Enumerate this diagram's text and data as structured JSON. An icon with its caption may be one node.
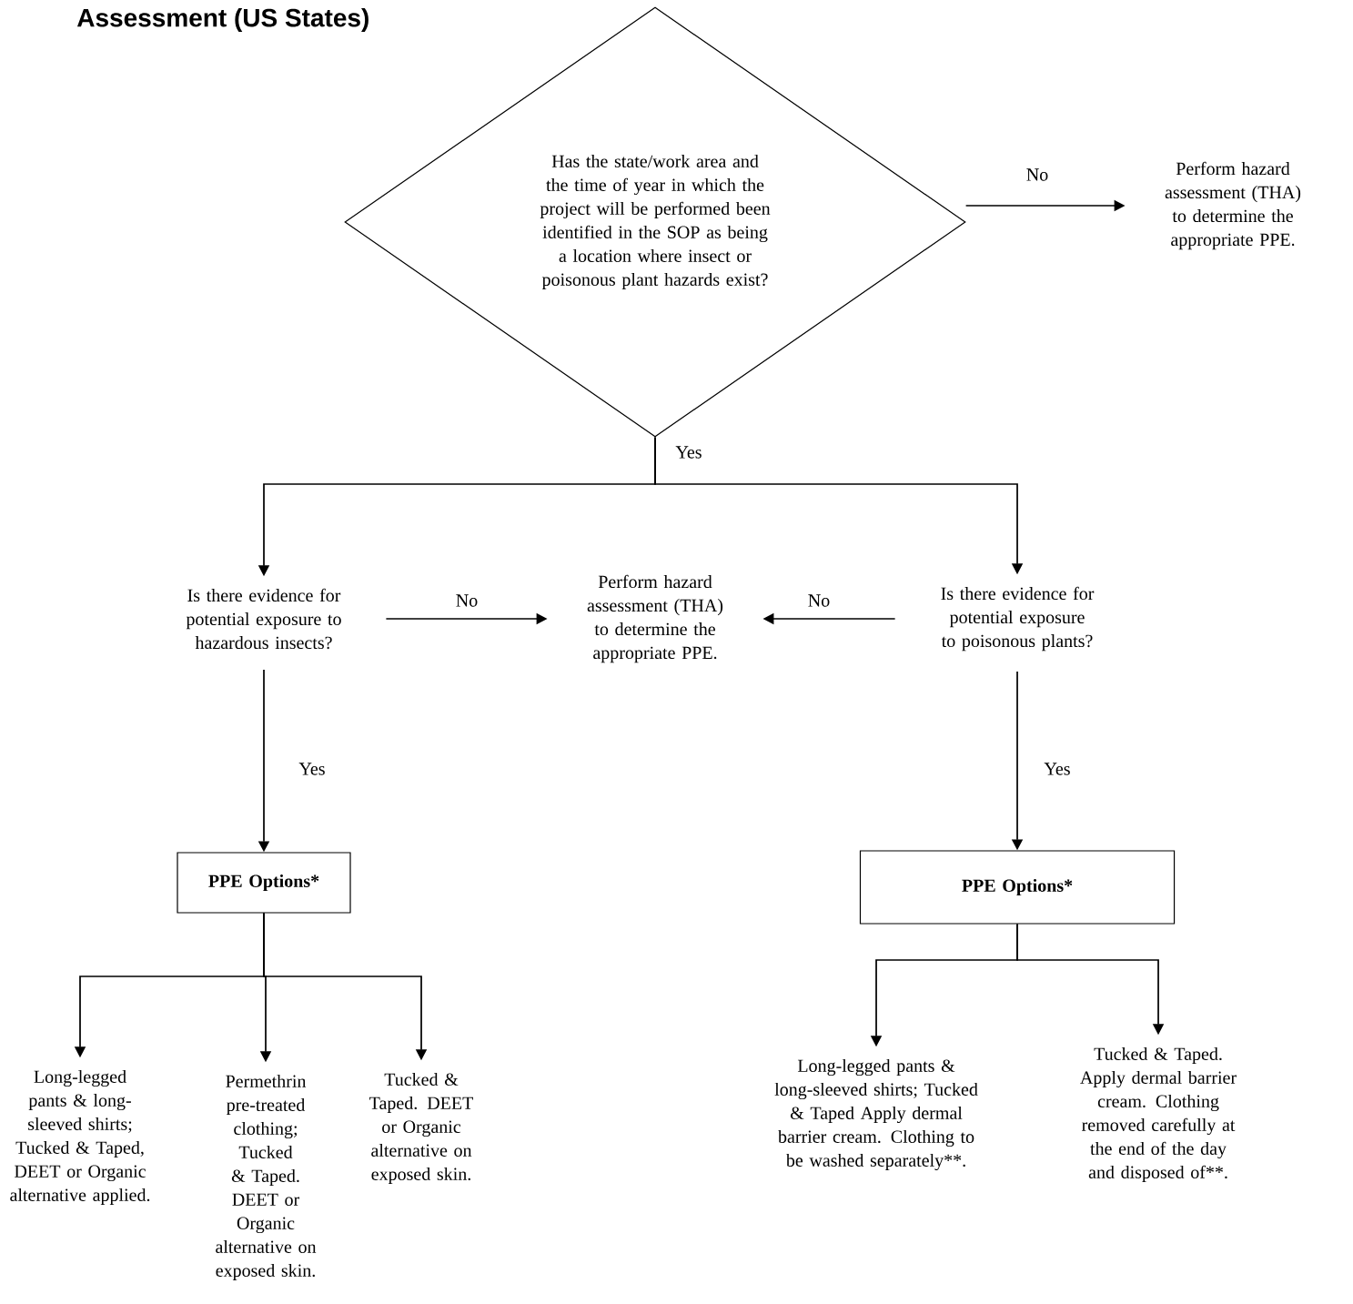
{
  "diagram": {
    "title": "Assessment (US States)",
    "nodes": [
      {
        "text": [
          "Has the state/work area and the time of year in which the project will be performed been identified in the SOP as being a location where insect or poisonous plant hazards exist?"
        ]
      },
      {
        "text": [
          "Perform hazard assessment (THA) to determine the appropriate PPE."
        ]
      },
      {
        "text": [
          "Is there evidence for potential exposure to hazardous insects?"
        ]
      },
      {
        "text": [
          "Perform hazard assessment (THA) to determine the appropriate PPE."
        ]
      },
      {
        "text": [
          "Is there evidence for potential exposure to poisonous plants?"
        ]
      },
      {
        "text": [
          "PPE Options*"
        ]
      },
      {
        "text": [
          "PPE Options*"
        ]
      },
      {
        "text": [
          "Long-legged pants & long-sleeved shirts; Tucked & Taped, DEET or Organic alternative applied."
        ]
      },
      {
        "text": [
          "Permethrin pre-treated clothing; Tucked & Taped. DEET or Organic alternative on exposed skin."
        ]
      },
      {
        "text": [
          "Tucked & Taped. DEET or Organic alternative on exposed skin."
        ]
      },
      {
        "text": [
          "Long-legged pants & long-sleeved shirts; Tucked & Taped Apply dermal barrier cream. Clothing to be washed separately**."
        ]
      },
      {
        "text": [
          "Tucked & Taped. Apply dermal barrier cream. Clothing removed carefully at the end of the day and disposed of**."
        ]
      }
    ],
    "edges": [
      {
        "from": 0,
        "to": 1,
        "arrow": "to",
        "label": "No"
      },
      {
        "from": 0,
        "to": 2,
        "arrow": "to",
        "label": "Yes"
      },
      {
        "from": 0,
        "to": 4,
        "arrow": "to"
      },
      {
        "from": 2,
        "to": 3,
        "arrow": "to",
        "label": "No"
      },
      {
        "from": 4,
        "to": 3,
        "arrow": "to",
        "label": "No"
      },
      {
        "from": 2,
        "to": 5,
        "arrow": "to",
        "label": "Yes"
      },
      {
        "from": 4,
        "to": 6,
        "arrow": "to",
        "label": "Yes"
      },
      {
        "from": 5,
        "to": 7,
        "arrow": "to"
      },
      {
        "from": 5,
        "to": 8,
        "arrow": "to"
      },
      {
        "from": 5,
        "to": 9,
        "arrow": "to"
      },
      {
        "from": 6,
        "to": 10,
        "arrow": "to"
      },
      {
        "from": 6,
        "to": 11,
        "arrow": "to"
      }
    ]
  }
}
